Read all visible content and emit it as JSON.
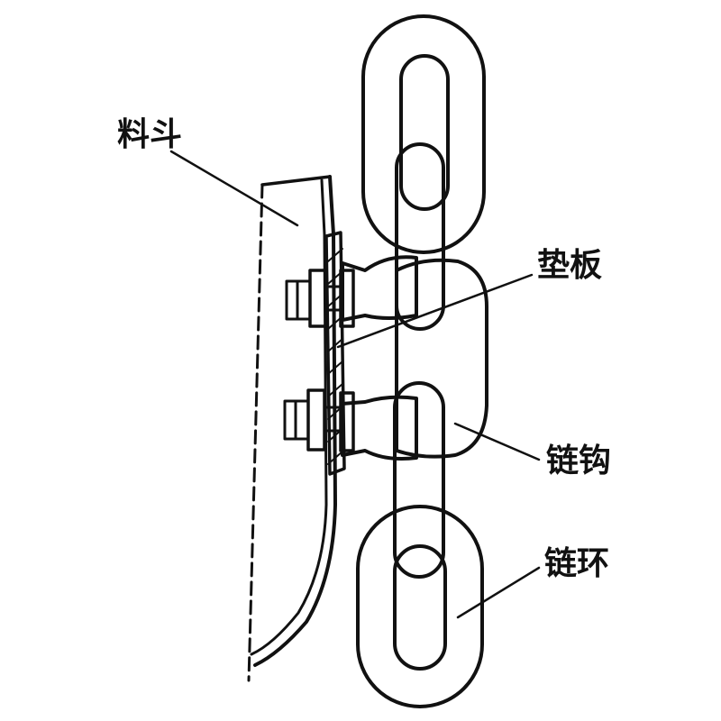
{
  "labels": {
    "hopper": "料斗",
    "pad_plate": "垫板",
    "chain_hook": "链钩",
    "chain_link": "链环"
  },
  "colors": {
    "ink": "#111111",
    "background": "#ffffff"
  }
}
